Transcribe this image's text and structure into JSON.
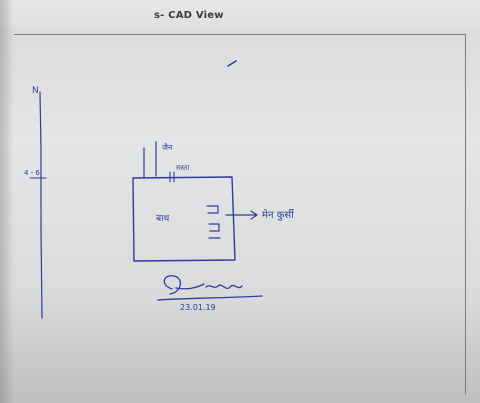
{
  "page": {
    "title": "s- CAD View"
  },
  "sketch": {
    "north_label": "N",
    "axis_tick_label": "4 - 6",
    "top_note": "जैन",
    "top_note_2": "रास्ता",
    "room_label": "बाथ",
    "arrow_label": "मेन कुर्सी",
    "date": "23.01.19"
  },
  "colors": {
    "ink": "#2b3f9c",
    "paper": "#dcdcdd"
  }
}
